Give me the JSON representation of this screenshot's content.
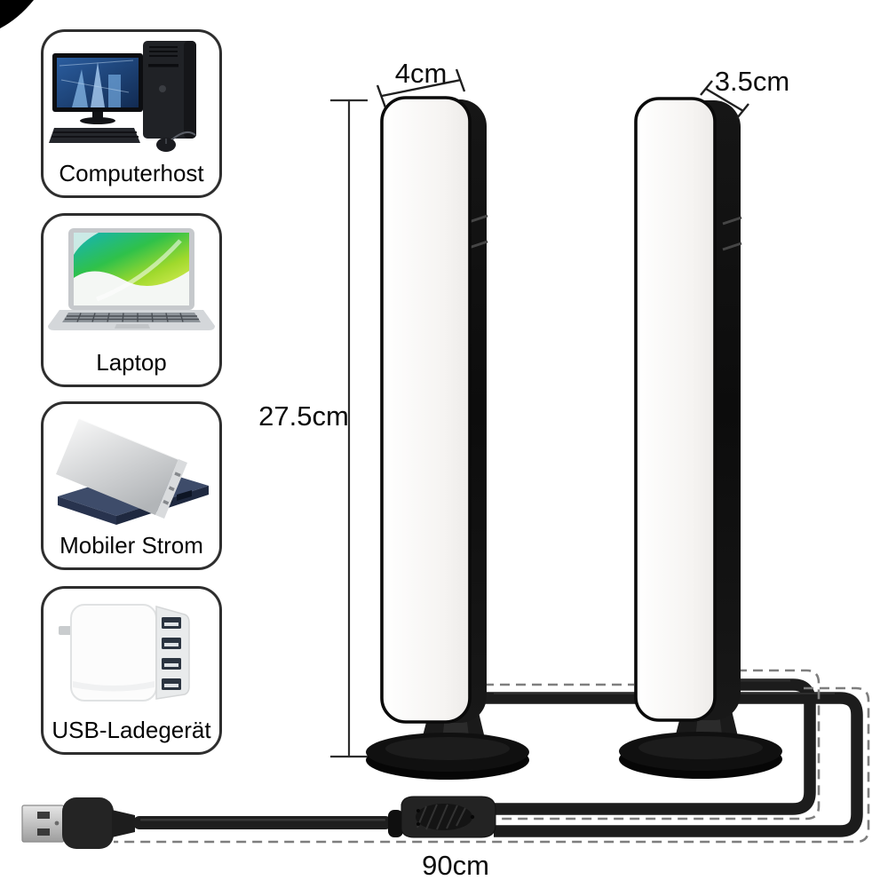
{
  "annotations": {
    "bar_width": "4cm",
    "bar_depth": "3.5cm",
    "bar_height": "27.5cm",
    "cable_length": "90cm"
  },
  "compatibility": {
    "items": [
      {
        "label": "Computerhost",
        "icon": "desktop-pc-icon"
      },
      {
        "label": "Laptop",
        "icon": "laptop-icon"
      },
      {
        "label": "Mobiler Strom",
        "icon": "power-bank-icon"
      },
      {
        "label": "USB-Ladegerät",
        "icon": "usb-wall-charger-icon"
      }
    ]
  },
  "colors": {
    "background": "#ffffff",
    "ink": "#0d0d0d",
    "box_border": "#2e2e2e",
    "lamp_black": "#101010",
    "lamp_panel": "#f7f5f3",
    "cable": "#1c1c1c",
    "dashed_guide": "#7e7e7e",
    "usb_metal": "#c9c9c9",
    "screen_blue": "#2a5489",
    "screen_green": "#3ec43e",
    "powerbank_navy": "#3e4c6a",
    "silver": "#d9dbdd"
  }
}
